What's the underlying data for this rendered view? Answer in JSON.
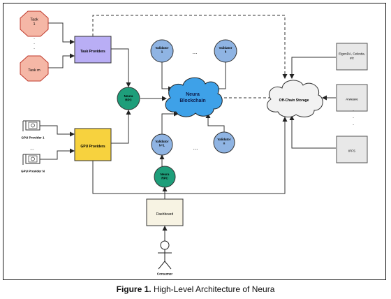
{
  "nodes": {
    "task_1": "Task\n1",
    "task_m": "Task m",
    "task_dots": "·\n·\n·",
    "task_providers": "Task Providers",
    "neura_rpc_top": "Neura\nRPC",
    "neura_rpc_bottom": "Neura\nRPC",
    "gpu_provider_1": "GPU Provider 1",
    "gpu_provider_n": "GPU Provider N",
    "gpu_dots": "...",
    "gpu_providers": "GPU Providers",
    "validator_1": "Validator\n1",
    "validator_k": "Validator\nk",
    "validator_k1": "Validator\nk+1",
    "validator_n": "Validator\nn",
    "validator_dots_top": "...",
    "validator_dots_bottom": "...",
    "blockchain": "Neura\nBlockchain",
    "offchain": "Off-Chain Storage",
    "eigenda": "EigenDA, Celestia,\netc",
    "arweave": "Arweave",
    "ipfs": "IPFS",
    "storage_dots": "·\n·\n·",
    "dashboard": "Dashboard",
    "consumer": "Consumer"
  },
  "caption": {
    "label": "Figure 1.",
    "text": " High-Level Architecture of Neura"
  },
  "colors": {
    "task": "#f5b7a6",
    "task_stroke": "#c0392b",
    "task_providers": "#b9aef5",
    "gpu_providers": "#f7d23e",
    "rpc": "#1e9e7a",
    "validator": "#8fb4e3",
    "blockchain": "#3ea1e8",
    "storage_box": "#e8e8e8",
    "dashboard": "#f7f3e3",
    "offchain_cloud": "#f2f2f2"
  }
}
